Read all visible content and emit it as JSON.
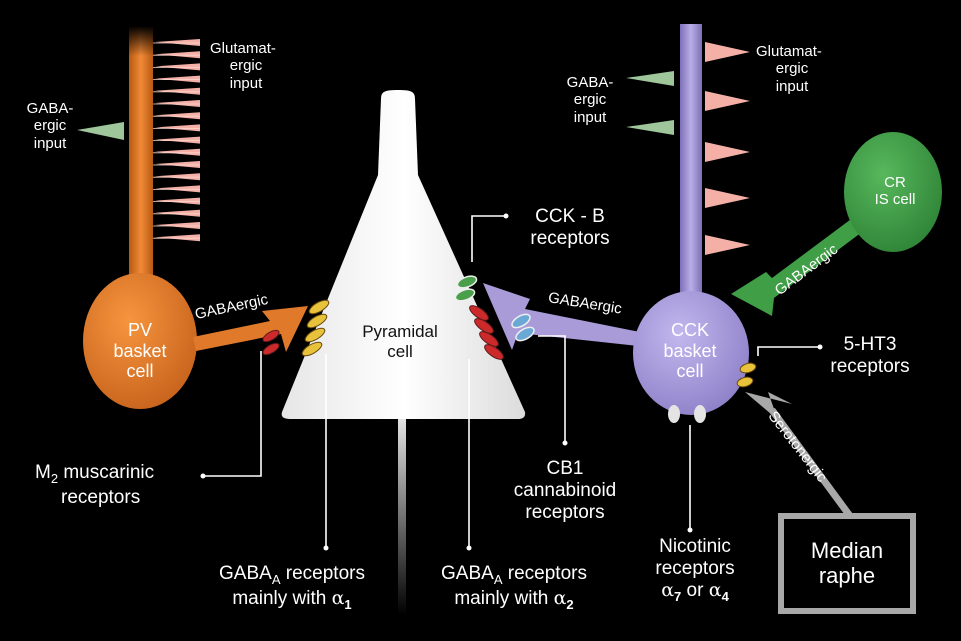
{
  "pv_glutamatergic_input": [
    "Glutamat-",
    "ergic",
    "input"
  ],
  "pv_gabaergic_input": [
    "GABA-",
    "ergic",
    "input"
  ],
  "pv_cell": [
    "PV",
    "basket",
    "cell"
  ],
  "pv_output_label": "GABAergic",
  "pyramidal_cell": [
    "Pyramidal",
    "cell"
  ],
  "m2_receptors": {
    "prefix": "M",
    "sub": "2",
    "suffix": " muscarinic",
    "line2": "receptors"
  },
  "gaba_a1": {
    "prefix": "GABA",
    "sub": "A",
    "suffix": " receptors",
    "line2": "mainly with ",
    "greek": "α",
    "greek_sub": "1"
  },
  "gaba_a2": {
    "prefix": "GABA",
    "sub": "A",
    "suffix": " receptors",
    "line2": "mainly with ",
    "greek": "α",
    "greek_sub": "2"
  },
  "cckb_receptors": [
    "CCK - B",
    "receptors"
  ],
  "cck_output_label": "GABAergic",
  "cb1_receptors": [
    "CB1",
    "cannabinoid",
    "receptors"
  ],
  "cck_gabaergic_input": [
    "GABA-",
    "ergic",
    "input"
  ],
  "cck_glutamatergic_input": [
    "Glutamat-",
    "ergic",
    "input"
  ],
  "cck_cell": [
    "CCK",
    "basket",
    "cell"
  ],
  "cr_cell": [
    "CR",
    "IS cell"
  ],
  "cr_output_label": "GABAergic",
  "ht3_receptors": [
    "5-HT3",
    "receptors"
  ],
  "serotonergic_label": "Serotonergic",
  "median_raphe": [
    "Median",
    "raphe"
  ],
  "nicotinic": {
    "line1": "Nicotinic",
    "line2": "receptors",
    "greek": "α",
    "sub1": "7",
    "mid": " or ",
    "sub2": "4"
  },
  "colors": {
    "pv": "#e07a2a",
    "cck": "#a99ad8",
    "cr": "#3f9e46",
    "glutamatergic_terminal": "#f4b0a6",
    "gabaergic_terminal": "#9ec69a",
    "pyramidal": "#f8f8f8",
    "serotonergic": "#a8a8a8",
    "receptor_yellow": "#e8c23a",
    "receptor_red": "#cc2a2a",
    "receptor_green": "#4aa04a",
    "receptor_blue": "#6aa8d6"
  }
}
